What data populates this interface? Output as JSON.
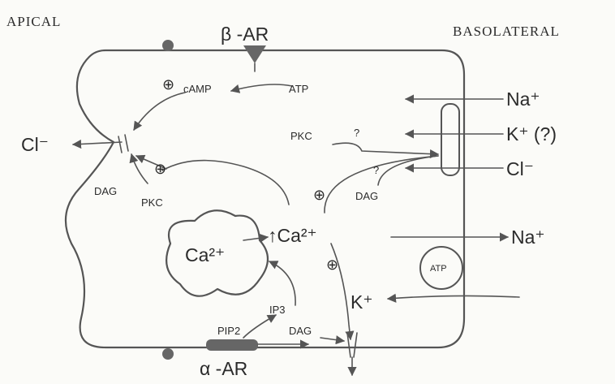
{
  "labels": {
    "apical": "APICAL",
    "basolateral": "BASOLATERAL",
    "beta_ar": "β -AR",
    "alpha_ar": "α -AR"
  },
  "molecules": {
    "camp": "cAMP",
    "atp_top": "ATP",
    "cl_left": "Cl⁻",
    "dag_left": "DAG",
    "pkc_left": "PKC",
    "pkc_right": "PKC",
    "q1": "?",
    "q2": "?",
    "dag_right": "DAG",
    "na_top": "Na⁺",
    "k_top": "K⁺  (?)",
    "cl_right": "Cl⁻",
    "ca_store": "Ca²⁺",
    "ca_cyto": "↑Ca²⁺",
    "na_pump": "Na⁺",
    "atp_pump": "ATP",
    "k_bottom": "K⁺",
    "ip3": "IP3",
    "pip2": "PIP2",
    "dag_bottom": "DAG"
  },
  "signs": {
    "plus_camp": "⊕",
    "plus_pkc": "⊕",
    "plus_ca_right": "⊕",
    "plus_ca_down": "⊕"
  }
}
